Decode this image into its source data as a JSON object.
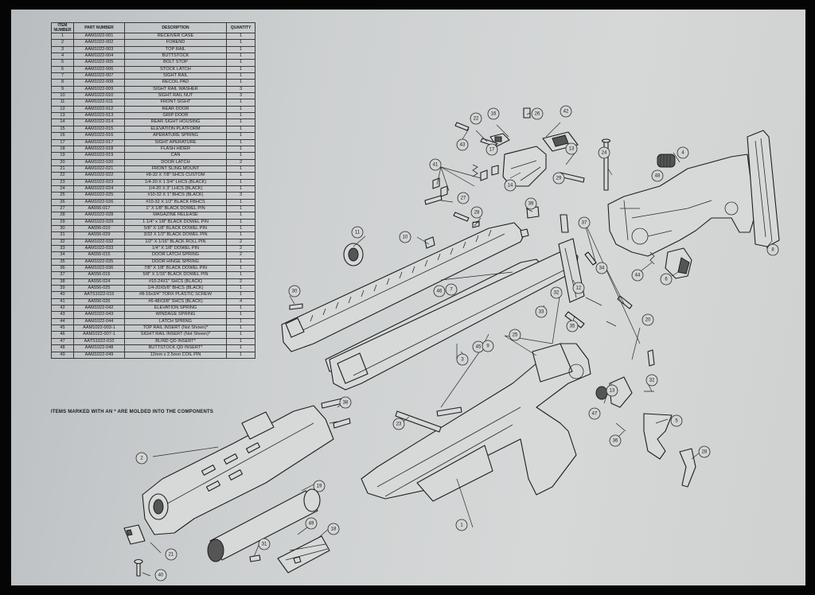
{
  "table": {
    "headers": {
      "item": [
        "ITEM",
        "NUMBER"
      ],
      "part": "PART NUMBER",
      "description": "DESCRIPTION",
      "quantity": "QUANTITY"
    },
    "rows": [
      [
        "1",
        "AAM1022-001",
        "RECEIVER CASE",
        "1"
      ],
      [
        "2",
        "AAM1022-002",
        "FOREND",
        "1"
      ],
      [
        "3",
        "AAM1022-003",
        "TOP RAIL",
        "1"
      ],
      [
        "4",
        "AAM1022-004",
        "BUTTSTOCK",
        "1"
      ],
      [
        "5",
        "AAM1022-005",
        "BOLT STOP",
        "1"
      ],
      [
        "6",
        "AAM1022-006",
        "STOCK LATCH",
        "1"
      ],
      [
        "7",
        "AAM1022-007",
        "SIGHT RAIL",
        "1"
      ],
      [
        "8",
        "AAM1022-008",
        "RECOIL PAD",
        "1"
      ],
      [
        "9",
        "AAM1022-009",
        "SIGHT RAIL WASHER",
        "3"
      ],
      [
        "10",
        "AAM1022-010",
        "SIGHT RAIL NUT",
        "3"
      ],
      [
        "11",
        "AAM1022-011",
        "FRONT SIGHT",
        "1"
      ],
      [
        "12",
        "AAM1022-012",
        "REAR DOOR",
        "1"
      ],
      [
        "13",
        "AAM1022-013",
        "GRIP DOOR",
        "1"
      ],
      [
        "14",
        "AAM1022-014",
        "REAR SIGHT HOUSING",
        "1"
      ],
      [
        "15",
        "AAM1022-015",
        "ELEVATION PLATFORM",
        "1"
      ],
      [
        "16",
        "AAM1022-016",
        "APERATURE SPRING",
        "1"
      ],
      [
        "17",
        "AAM1022-017",
        "SIGHT APERATURE",
        "1"
      ],
      [
        "18",
        "AAM1022-018",
        "FLASH HIDER",
        "1"
      ],
      [
        "19",
        "AAM1022-019",
        "CAN",
        "1"
      ],
      [
        "20",
        "AAM1022-020",
        "DOOR LATCH",
        "2"
      ],
      [
        "21",
        "AAM1022-021",
        "FRONT SLING MOUNT",
        "1"
      ],
      [
        "22",
        "AAM1022-022",
        "#8-32 X 7/8\" SHCS CUSTOM",
        "1"
      ],
      [
        "23",
        "AAM1022-023",
        "1/4-20 X 1 3/4\" LHCS (BLACK)",
        "1"
      ],
      [
        "24",
        "AAM1022-024",
        "1/4-20 X 3\" LHCS (BLACK)",
        "1"
      ],
      [
        "25",
        "AAM1022-025",
        "#10-32 X 1\" BHCS (BLACK)",
        "3"
      ],
      [
        "26",
        "AAM1022-026",
        "#10-32 X 1/2\" BLACK FBHCS",
        "1"
      ],
      [
        "27",
        "AA556-017",
        "1\" X 1/8\" BLACK DOWEL PIN",
        "1"
      ],
      [
        "28",
        "AAM1022-028",
        "MAGAZINE RELEASE",
        "1"
      ],
      [
        "29",
        "AAM1022-029",
        "1 1/4\" x 1/8\" BLACK DOWEL PIN",
        "1"
      ],
      [
        "30",
        "AA556-010",
        "5/8\" X 1/8\" BLACK DOWEL PIN",
        "1"
      ],
      [
        "31",
        "AA556-029",
        "3/32 X 1/2\" BLACK DOWEL PIN",
        "1"
      ],
      [
        "32",
        "AAM1022-032",
        "1/2\" X 1/16\" BLACK ROLL PIN",
        "2"
      ],
      [
        "33",
        "AAM1022-033",
        "1/4\" X 1/8\" DOWEL PIN",
        "2"
      ],
      [
        "34",
        "AA556-015",
        "DOOR LATCH SPRING",
        "2"
      ],
      [
        "35",
        "AAM1022-035",
        "DOOR HINGE SPRING",
        "1"
      ],
      [
        "36",
        "AAM1022-036",
        "7/8\" X 1/8\" BLACK DOWEL PIN",
        "1"
      ],
      [
        "37",
        "AA556-016",
        "5/8\" X 1/16\" BLACK DOWEL PIN",
        "1"
      ],
      [
        "38",
        "AA556-024",
        "#10-24X1\" SHCS (BLACK)",
        "2"
      ],
      [
        "39",
        "AA556-025",
        "1/4-20X5/8\" BHCS (BLACK)",
        "1"
      ],
      [
        "40",
        "AATS1022-015",
        "#8-16x3/4\" TORX PLASTIC SCREW",
        "1"
      ],
      [
        "41",
        "AA556-026",
        "#6-48X3/8\" SHCS (BLACK)",
        "4"
      ],
      [
        "42",
        "AAM1022-042",
        "ELEVATION SPRING",
        "1"
      ],
      [
        "43",
        "AAM1022-043",
        "WINDAGE SPRING",
        "1"
      ],
      [
        "44",
        "AAM1022-044",
        "LATCH SPRING",
        "1"
      ],
      [
        "45",
        "AAM1022-003-1",
        "TOP RAIL INSERT (Not Shown)*",
        "1"
      ],
      [
        "46",
        "AAM1022-007-1",
        "SIGHT RAIL INSERT (Not Shown)*",
        "1"
      ],
      [
        "47",
        "AATS1022-010",
        "BLIND QD INSERT*",
        "1"
      ],
      [
        "48",
        "AAM1022-048",
        "BUTTSTOCK QD INSERT*",
        "1"
      ],
      [
        "49",
        "AAM1022-049",
        "12mm x 2.5mm COIL PIN",
        "1"
      ]
    ]
  },
  "footnote": "ITEMS MARKED WITH AN * ARE MOLDED INTO THE COMPONENTS",
  "colors": {
    "frame": "#050505",
    "paper": "#cfd1d1",
    "ink": "#1e1e1e"
  }
}
